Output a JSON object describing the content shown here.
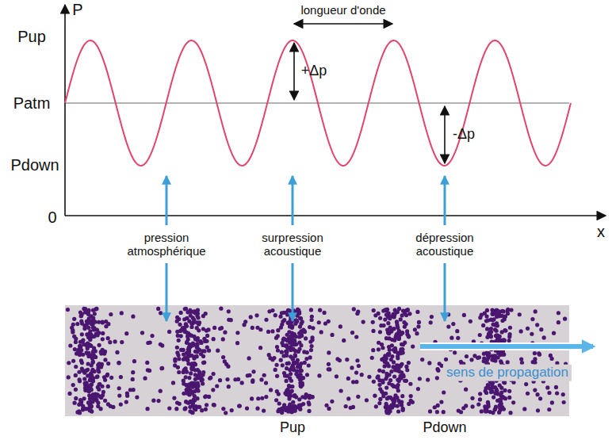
{
  "diagram": {
    "labels": [
      "P",
      "Pup",
      "Patm",
      "Pdown",
      "0",
      "x",
      "longueur d'onde",
      "+Δp",
      "-Δp",
      "pression atmosphérique",
      "surpression acoustique",
      "dépression acoustique",
      "sens de propagation",
      "Pup",
      "Pdown"
    ]
  }
}
